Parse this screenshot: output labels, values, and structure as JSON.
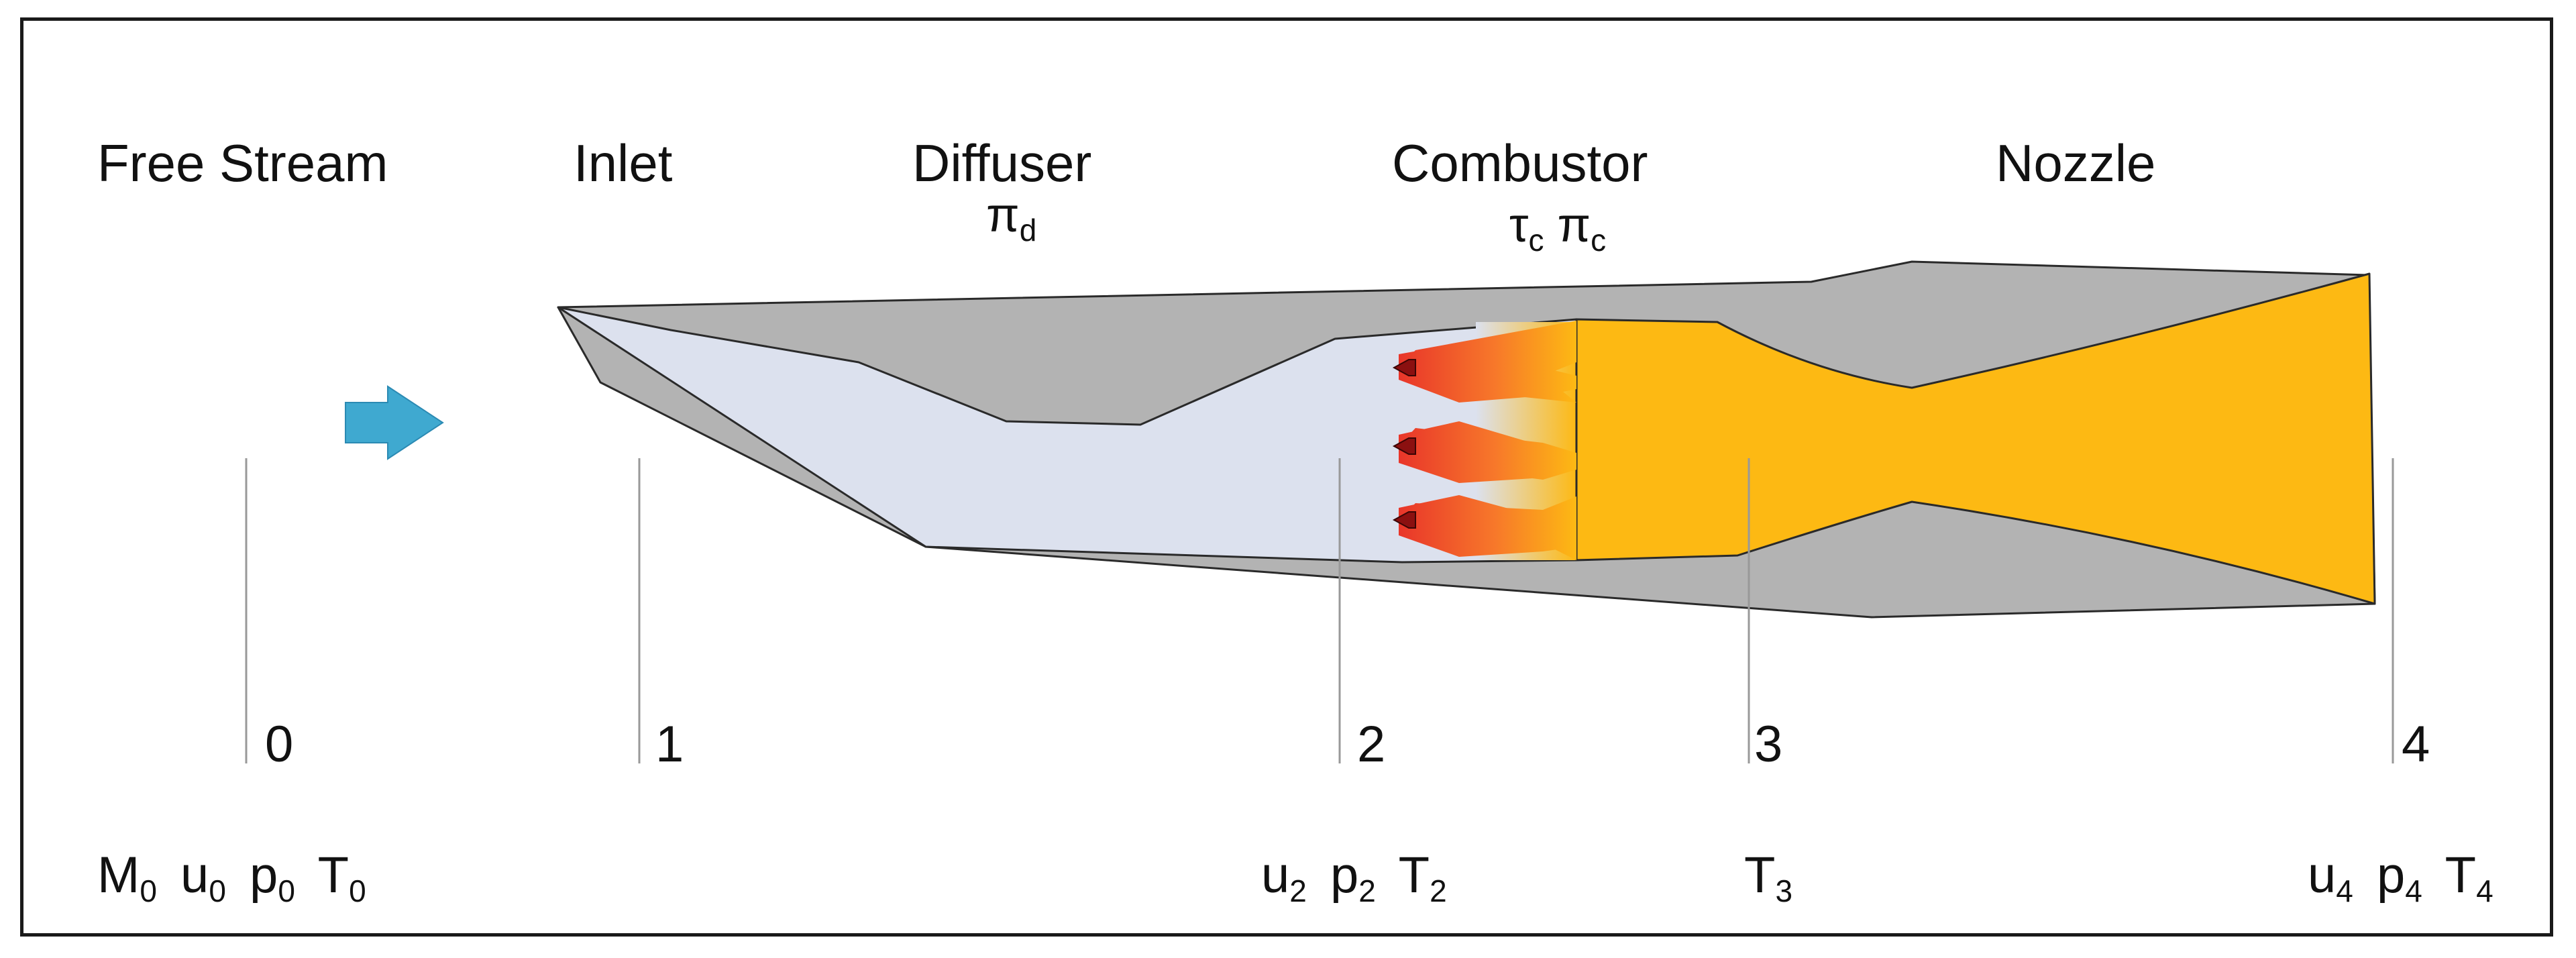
{
  "sections": {
    "free_stream": "Free Stream",
    "inlet": "Inlet",
    "diffuser": "Diffuser",
    "combustor": "Combustor",
    "nozzle": "Nozzle"
  },
  "symbols": {
    "diffuser": {
      "greek": "π",
      "sub": "d"
    },
    "combustor_tau": {
      "greek": "τ",
      "sub": "c"
    },
    "combustor_pi": {
      "greek": "π",
      "sub": "c"
    }
  },
  "stations": [
    "0",
    "1",
    "2",
    "3",
    "4"
  ],
  "station_vars": {
    "s0": [
      {
        "base": "M",
        "sub": "0"
      },
      {
        "base": "u",
        "sub": "0"
      },
      {
        "base": "p",
        "sub": "0"
      },
      {
        "base": "T",
        "sub": "0"
      }
    ],
    "s2": [
      {
        "base": "u",
        "sub": "2"
      },
      {
        "base": "p",
        "sub": "2"
      },
      {
        "base": "T",
        "sub": "2"
      }
    ],
    "s3": [
      {
        "base": "T",
        "sub": "3"
      }
    ],
    "s4": [
      {
        "base": "u",
        "sub": "4"
      },
      {
        "base": "p",
        "sub": "4"
      },
      {
        "base": "T",
        "sub": "4"
      }
    ]
  },
  "colors": {
    "casing": "#b3b3b3",
    "flow_cold": "#dce1ee",
    "flow_hot": "#fdb913",
    "flame_inner": "#e8332a",
    "flame_outer": "#f89a28",
    "injector": "#8b1010",
    "flow_arrow": "#3fa9d0",
    "station_line": "#999999"
  }
}
